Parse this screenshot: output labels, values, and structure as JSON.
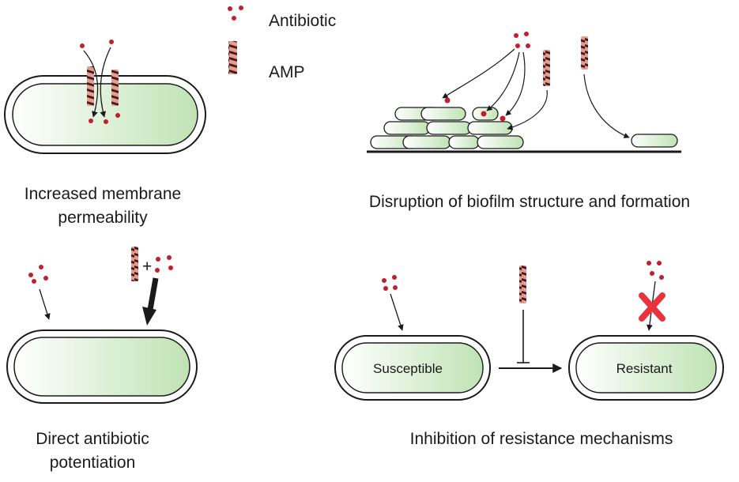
{
  "legend": {
    "antibiotic_label": "Antibiotic",
    "amp_label": "AMP"
  },
  "panels": {
    "membrane": {
      "caption_line1": "Increased membrane",
      "caption_line2": "permeability"
    },
    "biofilm": {
      "caption": "Disruption of biofilm structure and formation"
    },
    "potentiation": {
      "caption_line1": "Direct antibiotic",
      "caption_line2": "potentiation",
      "plus_sign": "+"
    },
    "resistance": {
      "caption": "Inhibition of resistance mechanisms",
      "susceptible_label": "Susceptible",
      "resistant_label": "Resistant"
    }
  },
  "colors": {
    "antibiotic_dot": "#c0202e",
    "amp_stripe_dark": "#4a1628",
    "amp_stripe_light": "#e3a088",
    "cell_fill": "#bfe3b4",
    "block_cross": "#e8323c"
  }
}
